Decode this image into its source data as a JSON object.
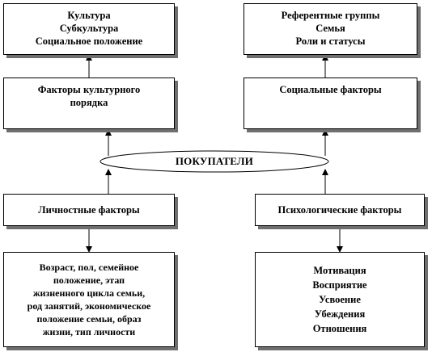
{
  "diagram": {
    "culture": {
      "lines": [
        "Культура",
        "Субкультура",
        "Социальное положение"
      ]
    },
    "reference": {
      "lines": [
        "Референтные группы",
        "Семья",
        "Роли и статусы"
      ]
    },
    "cultural_factors": {
      "lines": [
        "Факторы культурного",
        "порядка"
      ]
    },
    "social_factors": {
      "lines": [
        "Социальные факторы"
      ]
    },
    "buyers": {
      "label": "ПОКУПАТЕЛИ"
    },
    "personal_factors": {
      "lines": [
        "Личностные факторы"
      ]
    },
    "psychological_factors": {
      "lines": [
        "Психологические факторы"
      ]
    },
    "personal_details": {
      "lines": [
        "Возраст, пол, семейное",
        "положение, этап",
        "жизненного цикла семьи,",
        "род занятий, экономическое",
        "положение семьи, образ",
        "жизни, тип личности"
      ]
    },
    "psychological_details": {
      "lines": [
        "Мотивация",
        "Восприятие",
        "Усвоение",
        "Убеждения",
        "Отношения"
      ]
    }
  }
}
